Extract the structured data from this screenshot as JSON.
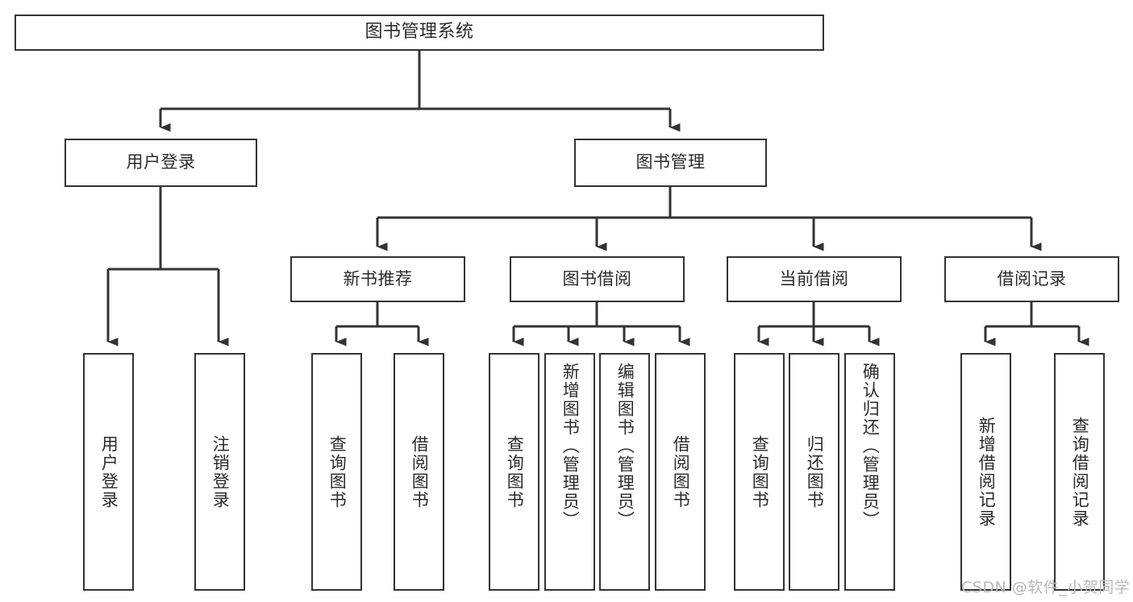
{
  "diagram": {
    "type": "tree",
    "title": "图书管理系统",
    "style": {
      "border_color": "#333333",
      "line_color": "#333333",
      "text_color": "#2b2b2b",
      "background": "#ffffff",
      "watermark_color": "#b8b8b8"
    },
    "nodes": {
      "root": {
        "label": "图书管理系统"
      },
      "level1": [
        {
          "label": "用户登录"
        },
        {
          "label": "图书管理"
        }
      ],
      "level2": [
        {
          "label": "新书推荐"
        },
        {
          "label": "图书借阅"
        },
        {
          "label": "当前借阅"
        },
        {
          "label": "借阅记录"
        }
      ],
      "leaves": {
        "user_login": [
          {
            "label": "用户登录"
          },
          {
            "label": "注销登录"
          }
        ],
        "new_book_recommend": [
          {
            "label": "查询图书"
          },
          {
            "label": "借阅图书"
          }
        ],
        "book_borrow": [
          {
            "label": "查询图书"
          },
          {
            "label": "新增图书（管理员）"
          },
          {
            "label": "编辑图书（管理员）"
          },
          {
            "label": "借阅图书"
          }
        ],
        "current_borrow": [
          {
            "label": "查询图书"
          },
          {
            "label": "归还图书"
          },
          {
            "label": "确认归还（管理员）"
          }
        ],
        "borrow_record": [
          {
            "label": "新增借阅记录"
          },
          {
            "label": "查询借阅记录"
          }
        ]
      }
    }
  },
  "watermark": {
    "text": "CSDN @软件_小贺同学"
  }
}
